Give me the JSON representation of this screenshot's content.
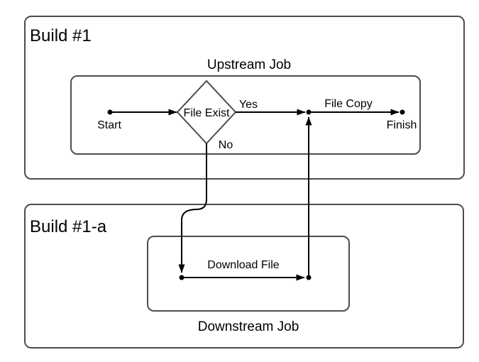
{
  "theme": {
    "background": "#ffffff",
    "box_stroke": "#4d4d4d",
    "arrow_color": "#000000",
    "text_color": "#000000"
  },
  "diagram": {
    "build1": {
      "title": "Build #1",
      "upstream_job": {
        "label": "Upstream Job"
      }
    },
    "build1a": {
      "title": "Build #1-a",
      "downstream_job": {
        "label": "Downstream Job"
      }
    },
    "nodes": {
      "start": {
        "label": "Start"
      },
      "decision": {
        "label": "File Exist"
      },
      "finish": {
        "label": "Finish"
      }
    },
    "edges": {
      "yes": {
        "label": "Yes"
      },
      "no": {
        "label": "No"
      },
      "file_copy": {
        "label": "File Copy"
      },
      "download_file": {
        "label": "Download File"
      }
    }
  }
}
